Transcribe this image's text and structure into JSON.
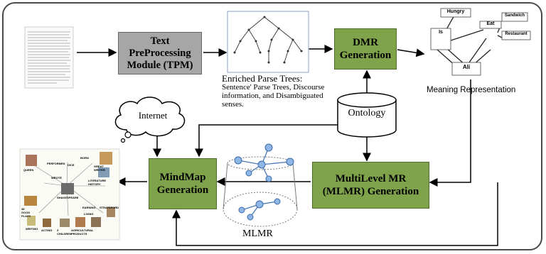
{
  "boxes": {
    "tpm": "Text PreProcessing Module (TPM)",
    "dmr": "DMR Generation",
    "mlmr": "MultiLevel MR (MLMR) Generation",
    "mindmap": "MindMap Generation",
    "ontology": "Ontology",
    "internet": "Internet"
  },
  "labels": {
    "enriched_title": "Enriched Parse Trees:",
    "enriched_body": "Sentence' Parse Trees, Discourse information, and Disambiguated senses.",
    "meaning_rep": "Meaning Representation",
    "mlmr_caption": "MLMR"
  },
  "meaning_nodes": [
    "Hungry",
    "Eat",
    "Sandwich",
    "Restaurant",
    "Is",
    "Ali"
  ],
  "mindmap_words": [
    "QUEEN",
    "WROTE",
    "PERFORMED",
    "DICE",
    "BORN",
    "GREAT WRITER",
    "LITERATURE HISTORY",
    "SHAKESPEARE",
    "38 GOOD PLAYS",
    "WRITING",
    "ACTING",
    "3 CHILDREN",
    "AGRICULTURAL PRODUCTS",
    "STRATEFORD",
    "EARNING",
    "LIVING"
  ]
}
